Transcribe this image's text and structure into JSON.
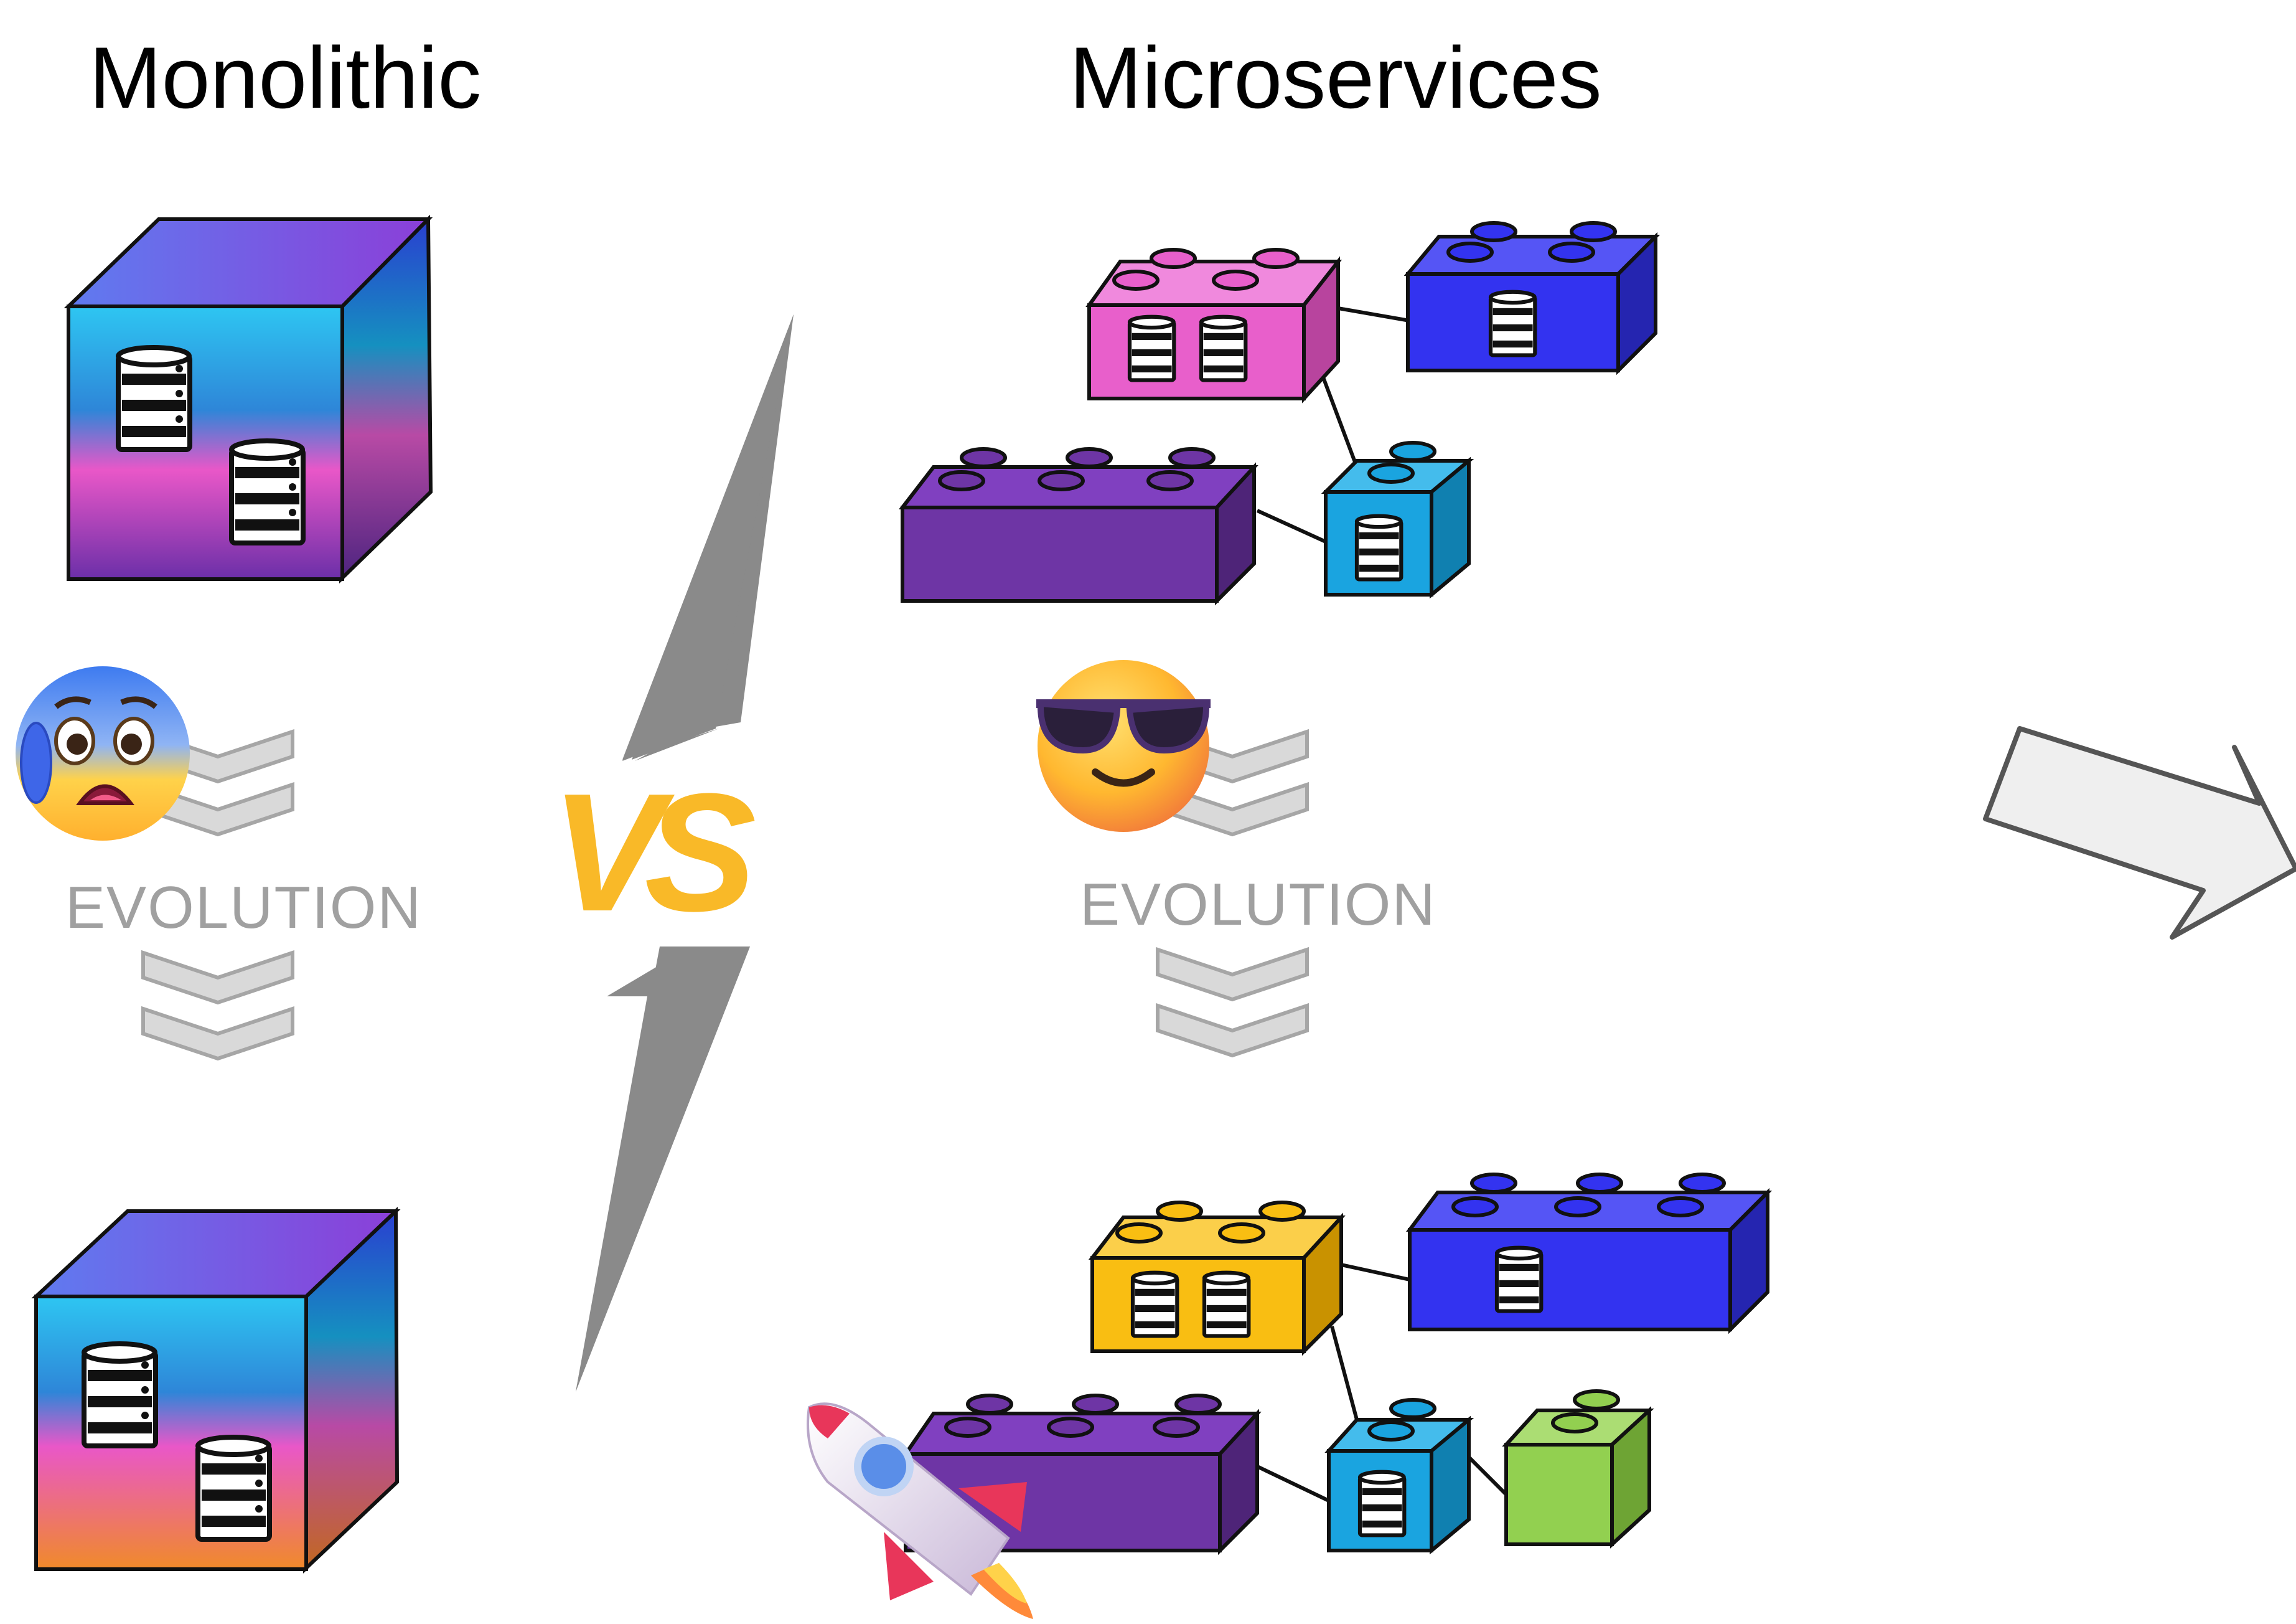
{
  "headings": {
    "left": "Monolithic",
    "right": "Microservices"
  },
  "evolution_label_left": "EVOLUTION",
  "evolution_label_right": "EVOLUTION",
  "vs_label": "VS",
  "colors": {
    "vs": "#F9B928",
    "chevron": "#b5b5b5",
    "bolt": "#8a8a8a",
    "pink_block": "#E85FCB",
    "blue_block": "#3333F0",
    "purple_block": "#6E35A5",
    "cyan_block": "#1AA4E0",
    "yellow_block": "#F9BE12",
    "green_block": "#92D050",
    "cube_gradient_top": [
      "#1FB6F0",
      "#E957C8",
      "#6B2FA8"
    ],
    "cube_gradient_bottom": [
      "#1FB6F0",
      "#E957C8",
      "#F08A2A"
    ]
  },
  "icons": [
    "database-icon",
    "anxious-face-icon",
    "cool-face-icon",
    "rocket-icon",
    "lightning-bolt-icon",
    "arrow-right-icon",
    "chevron-down-icon"
  ]
}
